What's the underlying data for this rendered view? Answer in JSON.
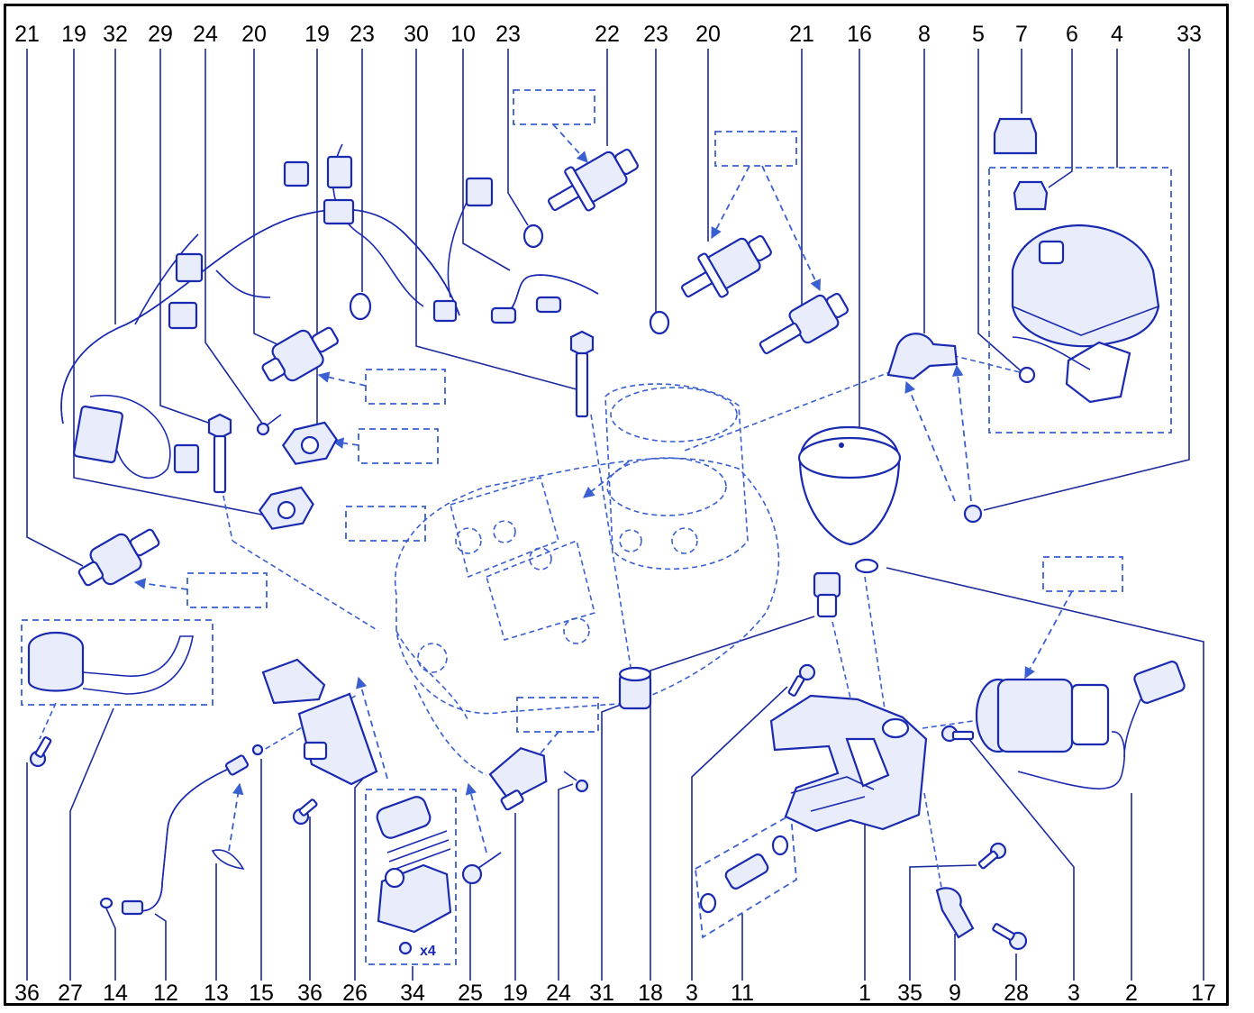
{
  "top_labels": [
    "21",
    "19",
    "32",
    "29",
    "24",
    "20",
    "19",
    "23",
    "30",
    "10",
    "23",
    "22",
    "23",
    "20",
    "21",
    "16",
    "8",
    "5",
    "7",
    "6",
    "4",
    "33"
  ],
  "bottom_labels": [
    "36",
    "27",
    "14",
    "12",
    "13",
    "15",
    "36",
    "26",
    "34",
    "25",
    "19",
    "24",
    "31",
    "18",
    "3",
    "11",
    "1",
    "35",
    "9",
    "28",
    "3",
    "2",
    "17"
  ],
  "quantity_mark": "x4",
  "colors": {
    "line": "#1a2ab0",
    "dashed": "#3a5fd0",
    "frame": "#000000",
    "background": "#ffffff"
  }
}
